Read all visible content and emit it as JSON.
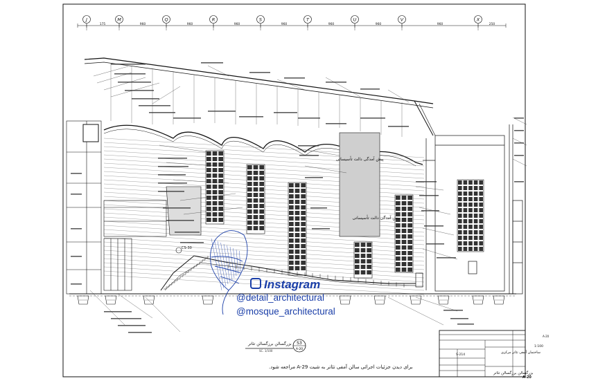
{
  "grid_axes": [
    "J",
    "M",
    "Q",
    "R",
    "S",
    "T",
    "U",
    "V",
    "X"
  ],
  "dimensions": [
    "175",
    "960",
    "960",
    "960",
    "960",
    "960",
    "960",
    "960",
    "250"
  ],
  "section_label": "پیش آمدگی دالت تأسیساتی",
  "drawing_title": "بزرگسالن برزگسالن تئاتر",
  "drawing_scale": "SC. 1/100",
  "drawing_tag": {
    "top": "S3",
    "bottom": "A-20"
  },
  "footnote": "برای دیدن جزئیات اجرائی سالن آمفی تئاتر به شیت A-29 مراجعه شود.",
  "watermark": {
    "platform": "Instagram",
    "handles": [
      "@detail_architectural",
      "@mosque_architectural"
    ],
    "color": "#1a3ea8"
  },
  "title_block": {
    "project": "ساختمان آمفی تئاتر مرکزی",
    "sheet_title": "بزرگسالن برزگسالن تئاتر",
    "scale": "1:100",
    "sheet_no": "A-20",
    "drawing_no": "S-214",
    "rev": "A-20"
  },
  "markers": {
    "section_cut": "CS-30"
  }
}
